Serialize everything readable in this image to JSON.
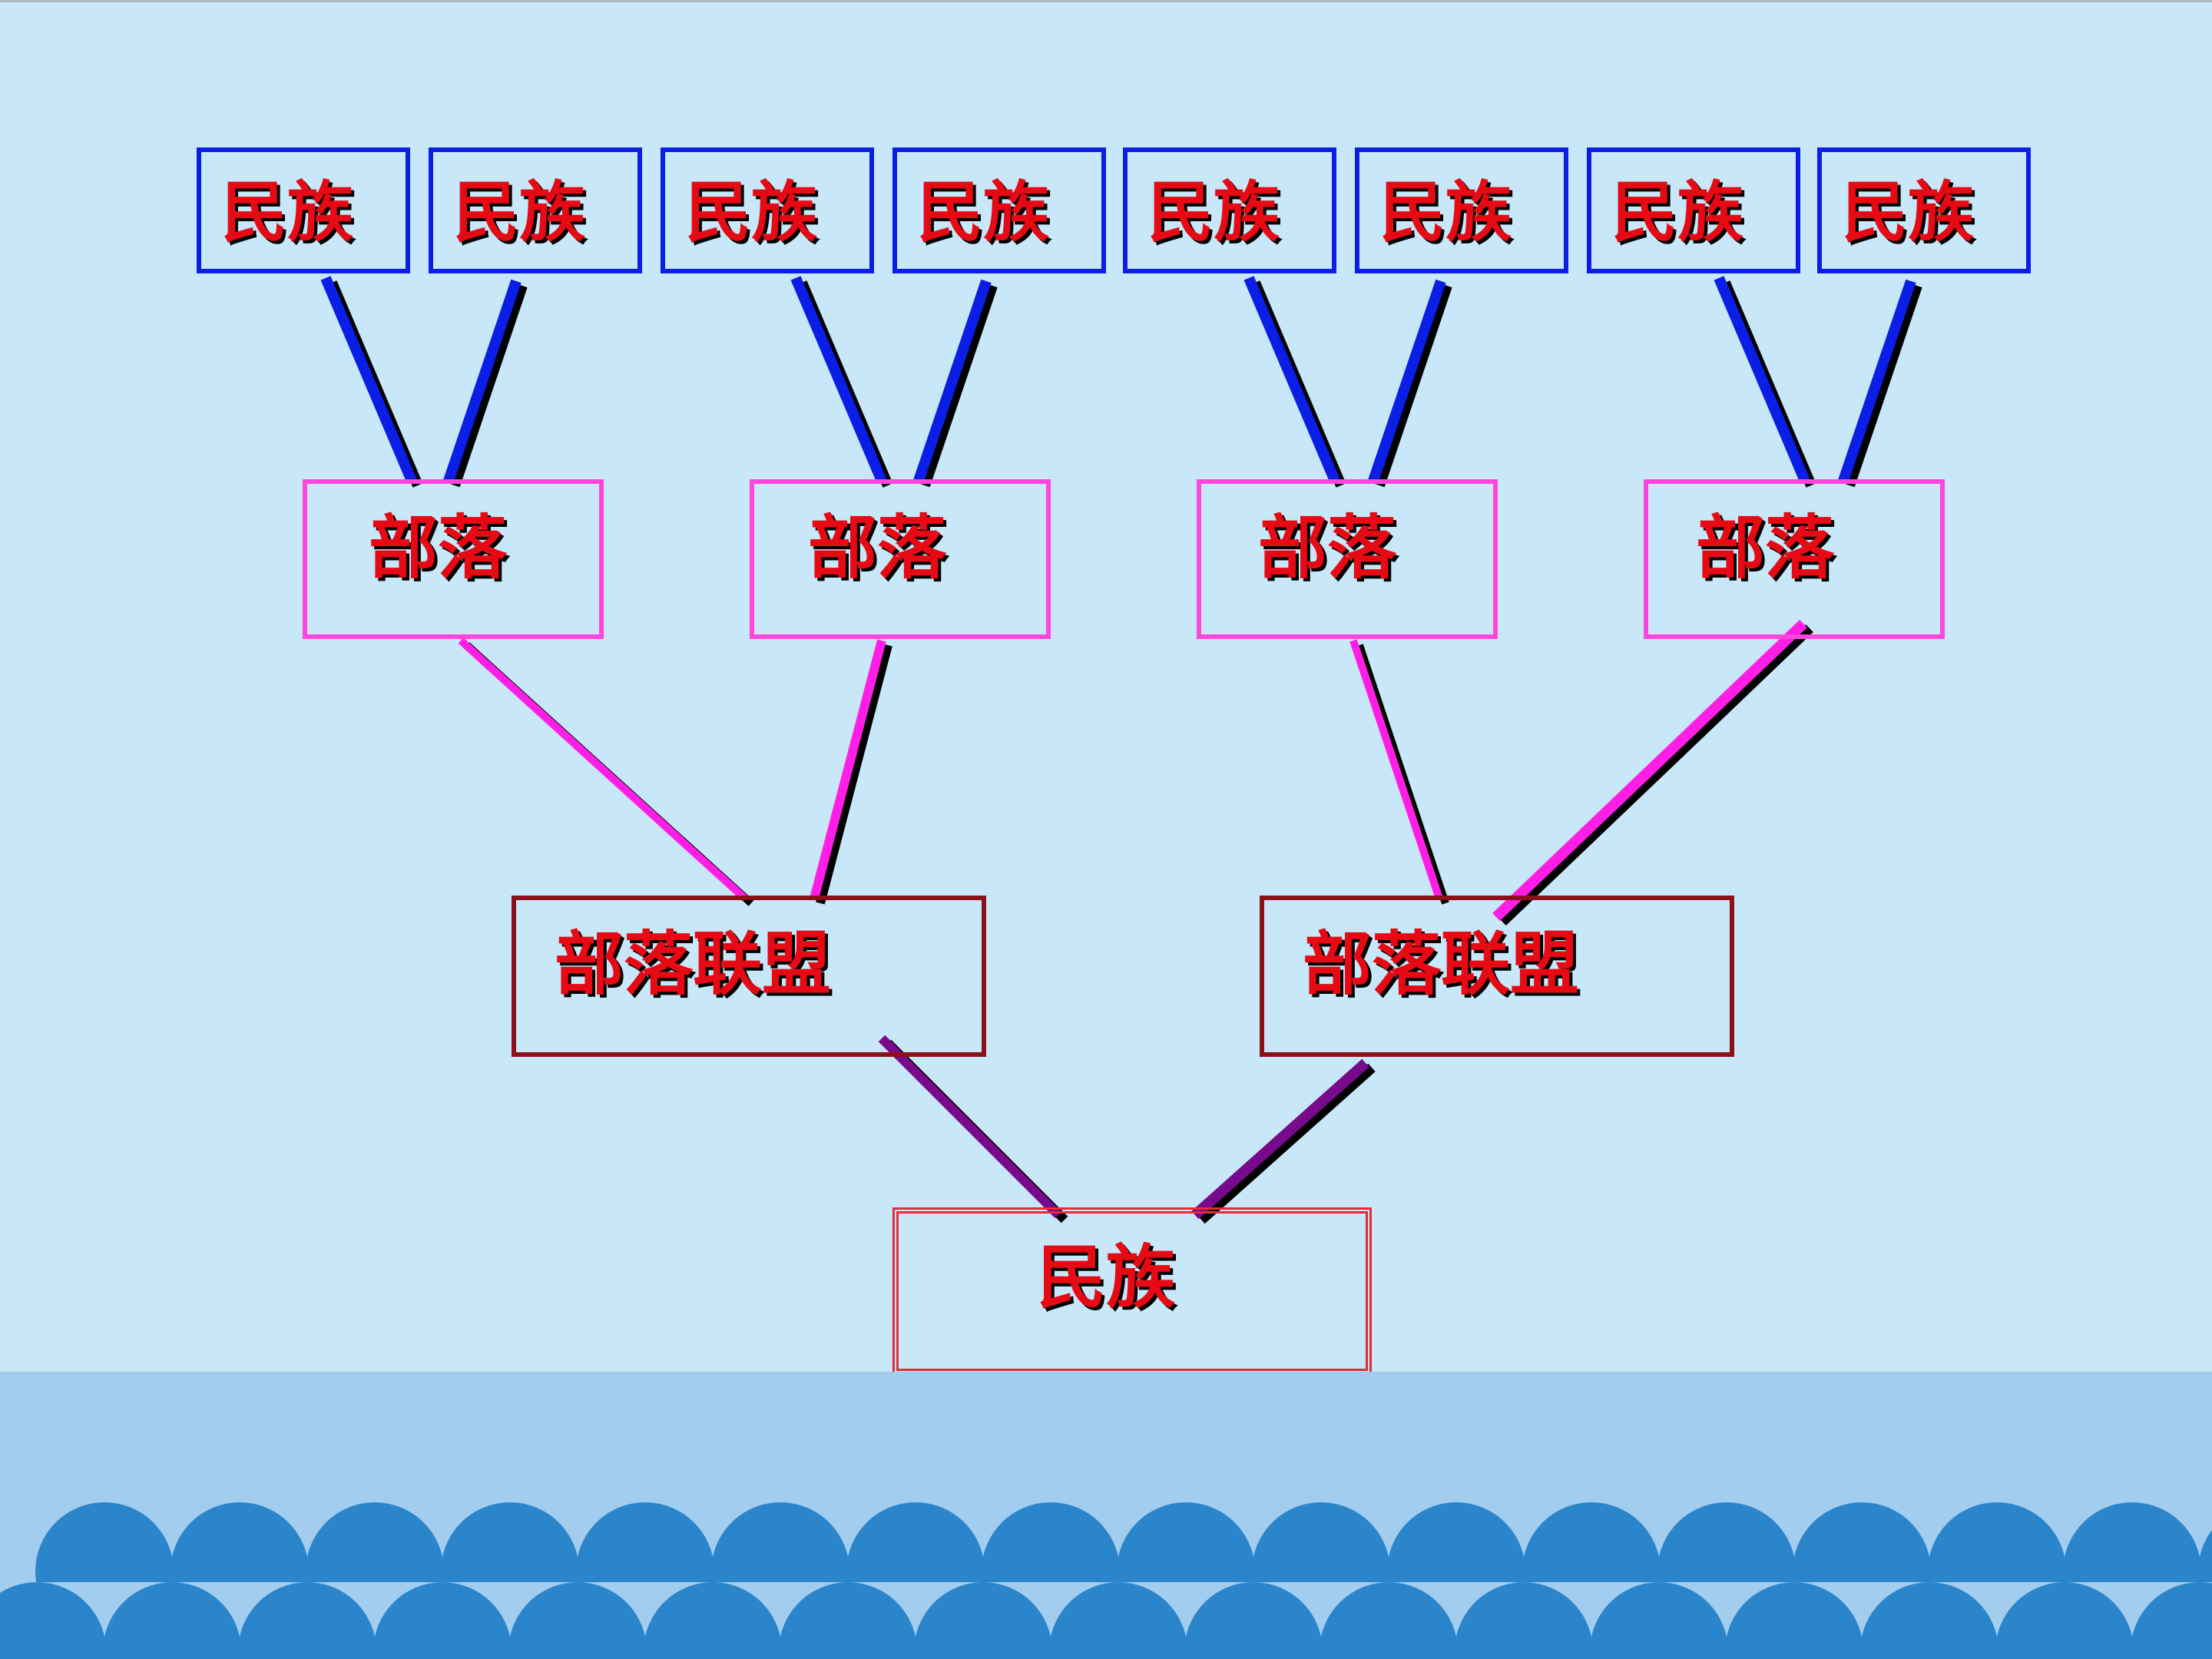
{
  "diagram": {
    "level1": {
      "nodes": [
        "民族",
        "民族",
        "民族",
        "民族",
        "民族",
        "民族",
        "民族",
        "民族"
      ]
    },
    "level2": {
      "nodes": [
        "部落",
        "部落",
        "部落",
        "部落"
      ]
    },
    "level3": {
      "nodes": [
        "部落联盟",
        "部落联盟"
      ]
    },
    "level4": {
      "nodes": [
        "民族"
      ]
    },
    "colors": {
      "label": "#e60a14",
      "clan_border": "#0a1ee6",
      "tribe_border": "#ff46dc",
      "union_border": "#8c0f19",
      "nation_border": "#e12d3c",
      "clan_link": "#0a1ee6",
      "tribe_link": "#ff1ee6",
      "union_link": "#780a8c",
      "background": "#c8e8fa",
      "footer_band": "#a3cdee",
      "waves": "#2a85cb"
    }
  }
}
